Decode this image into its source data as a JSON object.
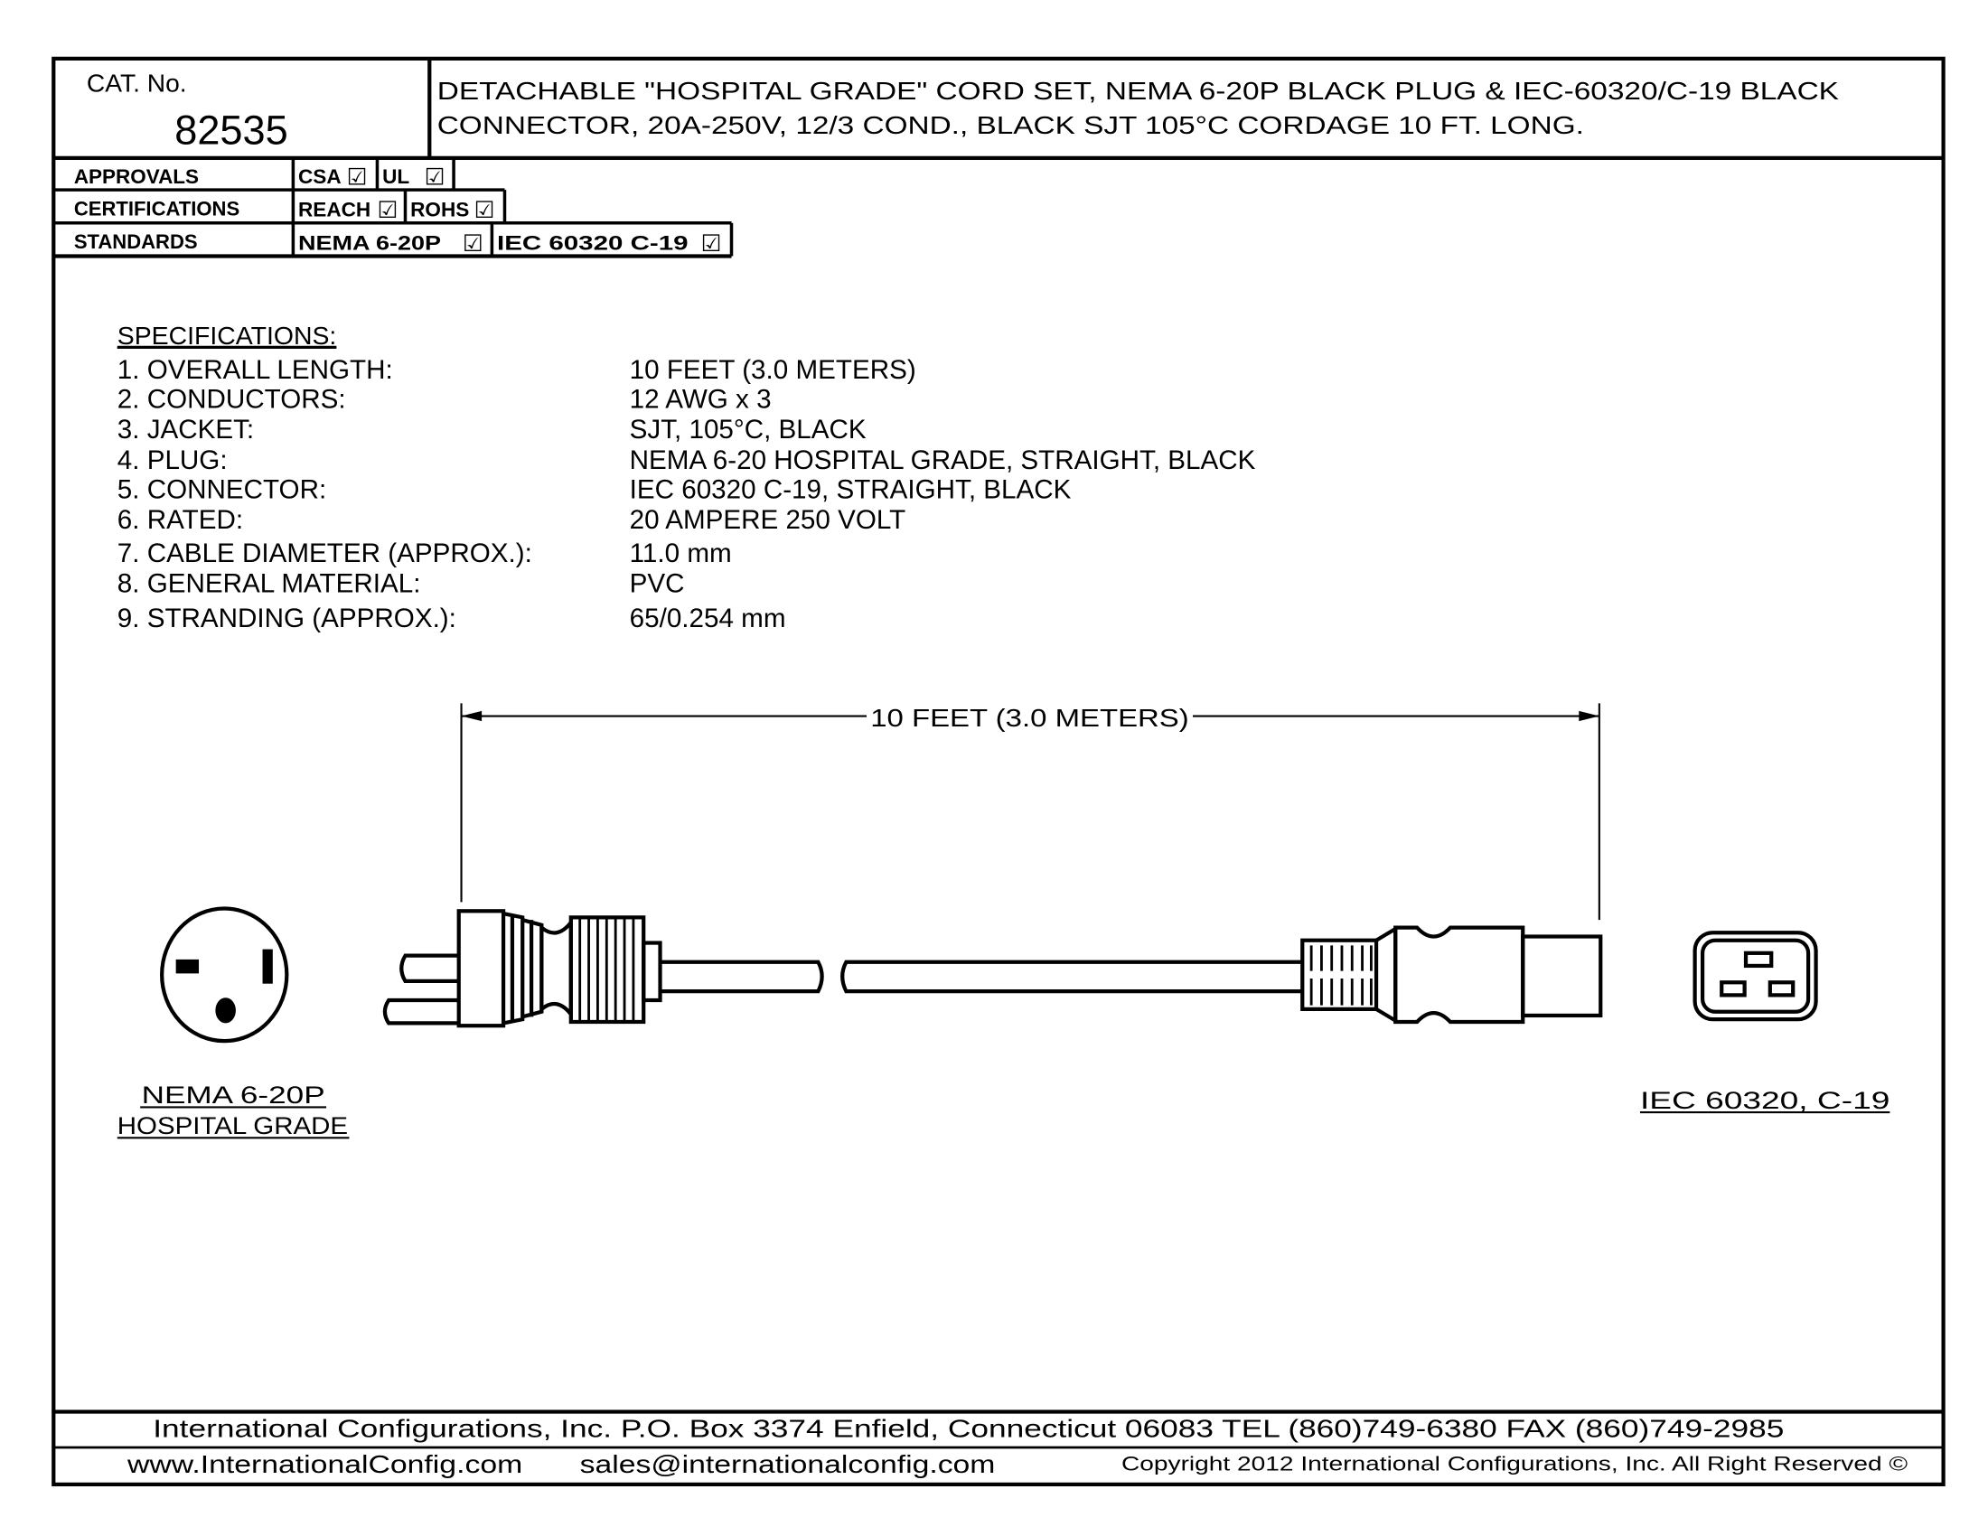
{
  "header": {
    "cat_label": "CAT. No.",
    "cat_number": "82535",
    "title_line1": "DETACHABLE \"HOSPITAL GRADE\" CORD SET, NEMA 6-20P BLACK PLUG & IEC-60320/C-19 BLACK",
    "title_line2": "CONNECTOR, 20A-250V, 12/3 COND., BLACK SJT 105°C CORDAGE 10 FT. LONG."
  },
  "approvals": {
    "label": "APPROVALS",
    "items": [
      {
        "label": "CSA",
        "checked": true
      },
      {
        "label": "UL",
        "checked": true
      }
    ]
  },
  "certifications": {
    "label": "CERTIFICATIONS",
    "items": [
      {
        "label": "REACH",
        "checked": true
      },
      {
        "label": "ROHS",
        "checked": true
      }
    ]
  },
  "standards": {
    "label": "STANDARDS",
    "items": [
      {
        "label": "NEMA 6-20P",
        "checked": true
      },
      {
        "label": "IEC 60320 C-19",
        "checked": true
      }
    ]
  },
  "check_glyph": "☑",
  "specs": {
    "title": "SPECIFICATIONS:",
    "rows": [
      {
        "label": "1. OVERALL LENGTH:",
        "value": "10 FEET (3.0 METERS)"
      },
      {
        "label": "2. CONDUCTORS:",
        "value": "12 AWG x 3"
      },
      {
        "label": "3. JACKET:",
        "value": "SJT, 105°C, BLACK"
      },
      {
        "label": "4. PLUG:",
        "value": "NEMA 6-20 HOSPITAL GRADE, STRAIGHT, BLACK"
      },
      {
        "label": "5. CONNECTOR:",
        "value": "IEC 60320 C-19, STRAIGHT, BLACK"
      },
      {
        "label": "6. RATED:",
        "value": "20 AMPERE 250 VOLT"
      },
      {
        "label": "7. CABLE DIAMETER (APPROX.):",
        "value": "11.0 mm"
      },
      {
        "label": "8. GENERAL MATERIAL:",
        "value": "PVC"
      },
      {
        "label": "9. STRANDING (APPROX.):",
        "value": "65/0.254 mm"
      }
    ]
  },
  "drawing": {
    "dimension_label": "10 FEET (3.0 METERS)",
    "plug_label_line1": "NEMA 6-20P",
    "plug_label_line2": "HOSPITAL GRADE",
    "connector_label": "IEC 60320, C-19"
  },
  "footer": {
    "line1": "International Configurations, Inc.   P.O. Box 3374   Enfield, Connecticut 06083   TEL (860)749-6380   FAX (860)749-2985",
    "website": "www.InternationalConfig.com",
    "email": "sales@internationalconfig.com",
    "copyright": "Copyright 2012 International Configurations, Inc. All Right Reserved ©"
  }
}
